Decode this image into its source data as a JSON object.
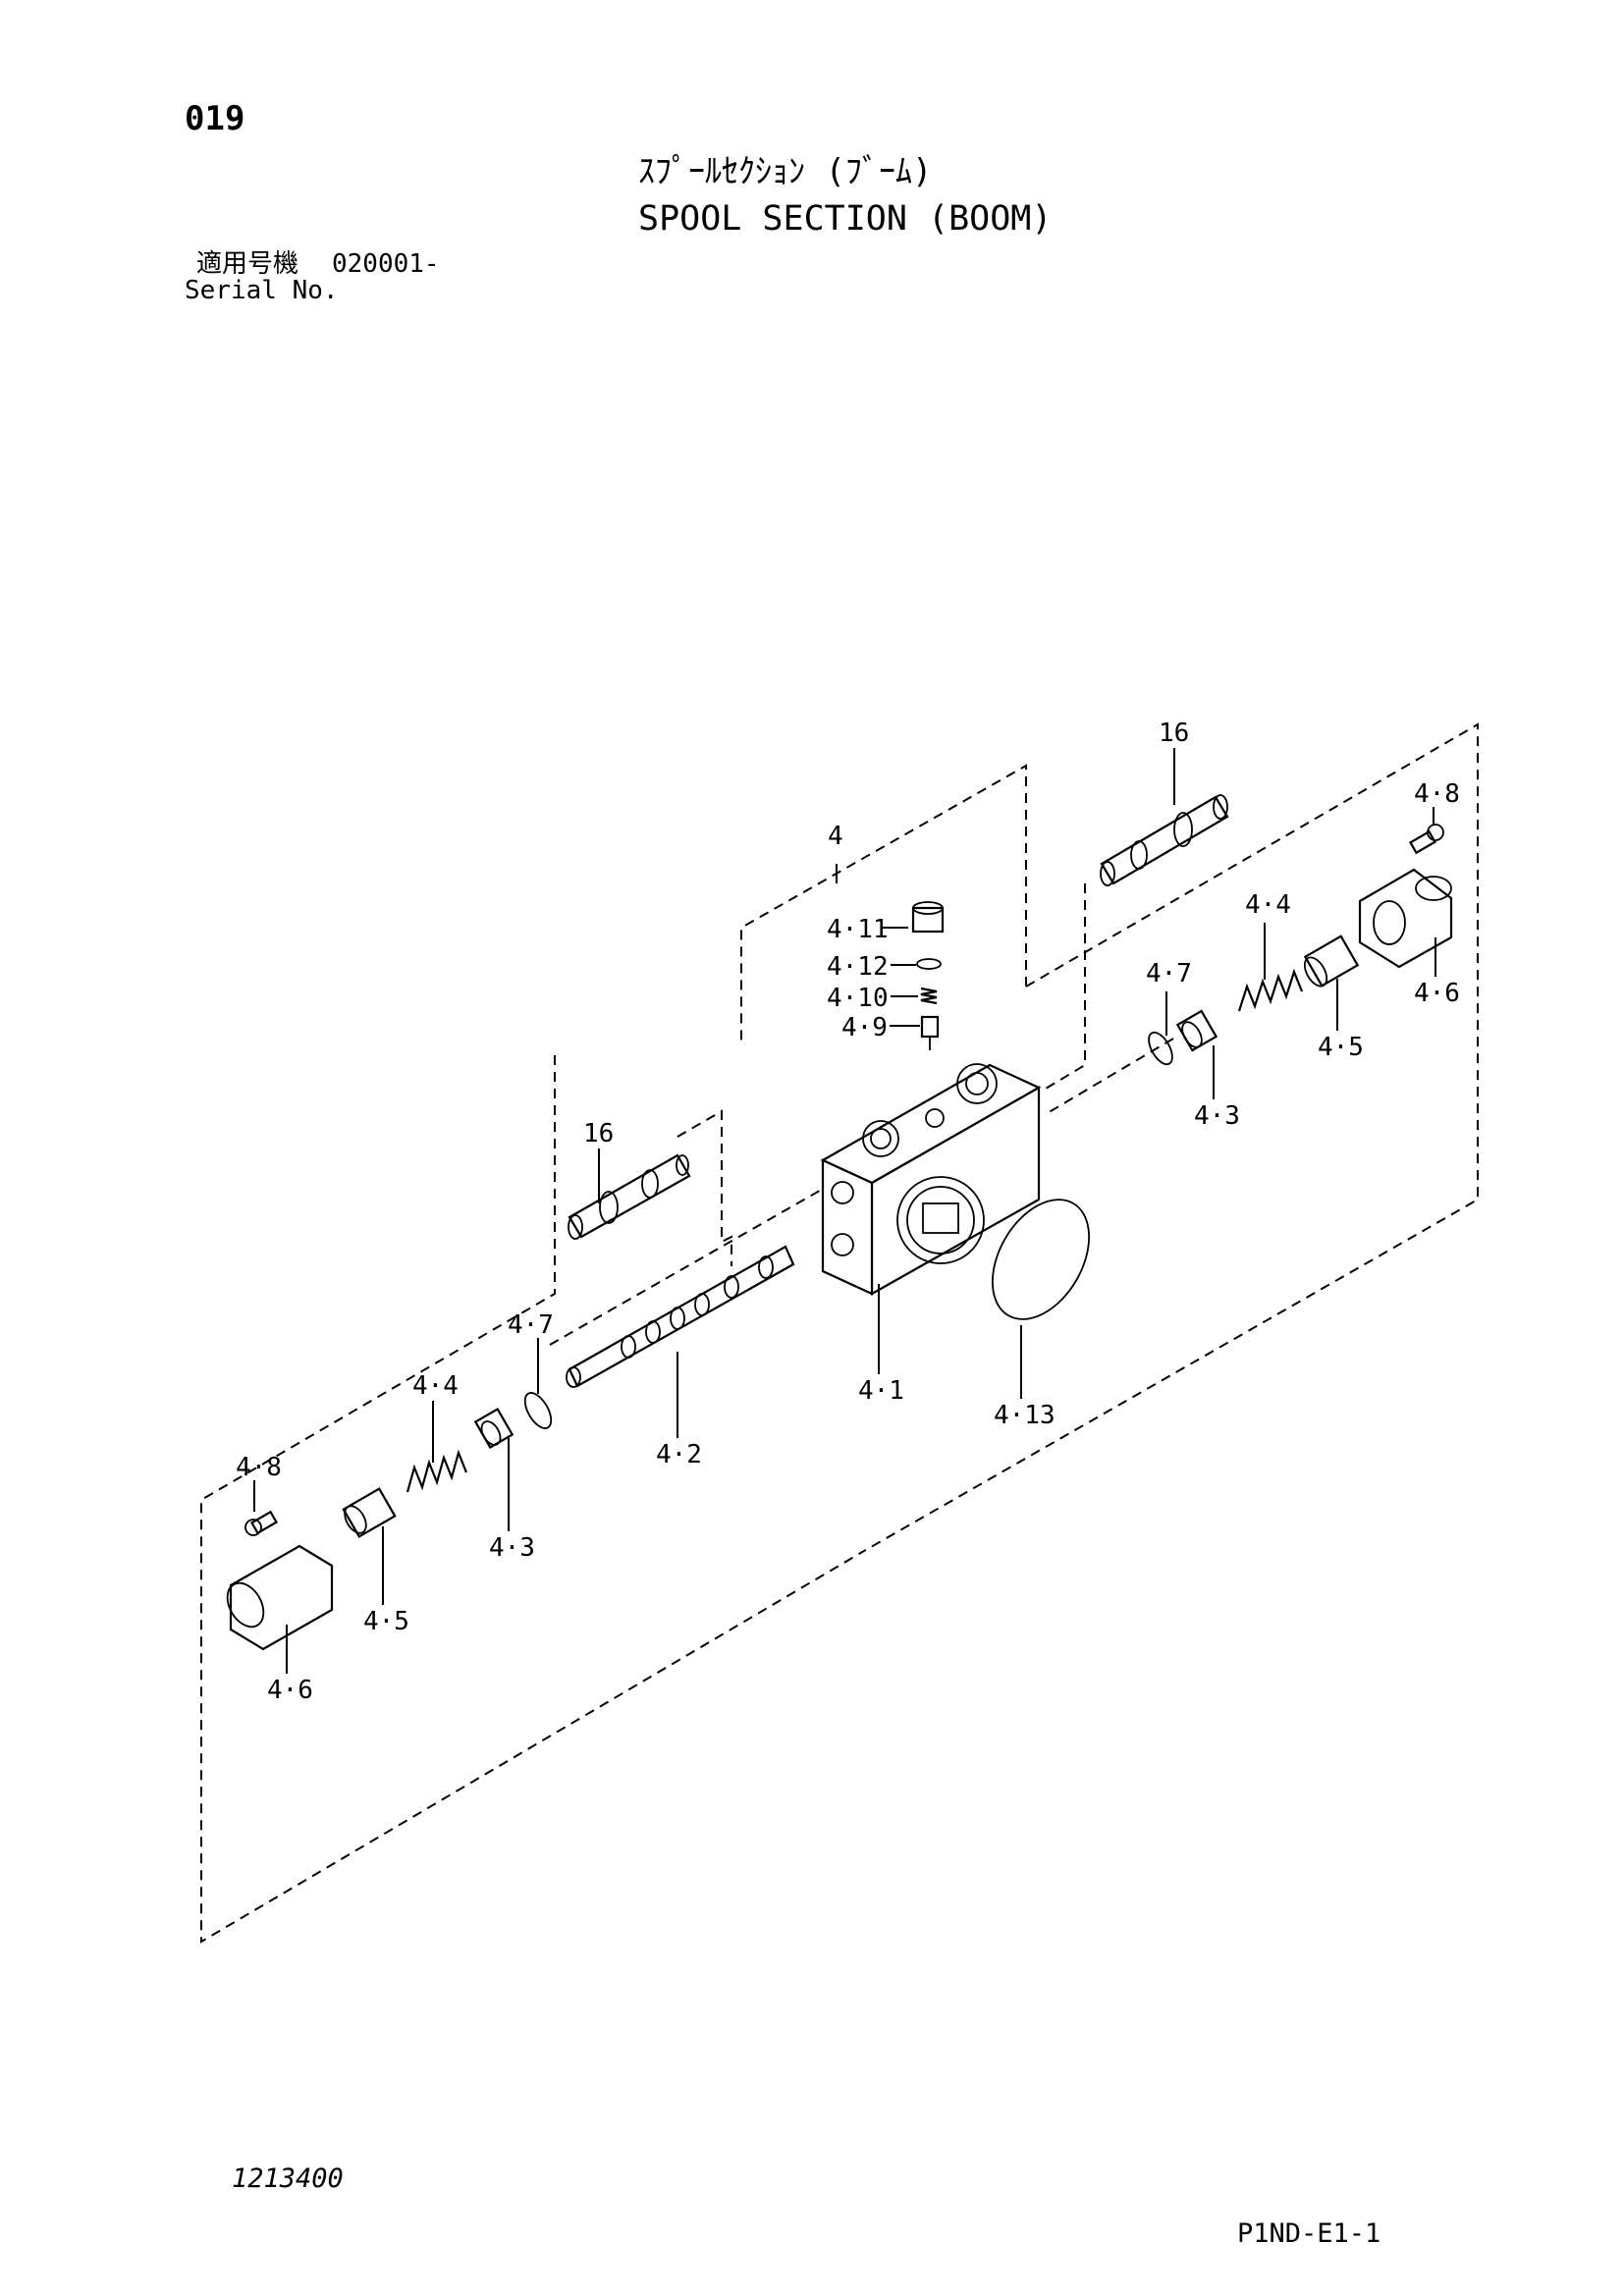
{
  "header": {
    "page_number": "019",
    "title_jp": "ｽﾌﾟｰﾙｾｸｼｮﾝ (ﾌﾞｰﾑ)",
    "title_en": "SPOOL SECTION (BOOM)",
    "serial_label_jp": "適用号機",
    "serial_value": "020001-",
    "serial_label_en": "Serial No."
  },
  "footer": {
    "drawing_number": "1213400",
    "page_code": "P1ND-E1-1"
  },
  "callouts": {
    "c16_top": "16",
    "c4": "4",
    "c4_8_right": "4·8",
    "c4_11": "4·11",
    "c4_12": "4·12",
    "c4_10": "4·10",
    "c4_9": "4·9",
    "c4_4_right": "4·4",
    "c4_7_right": "4·7",
    "c4_6_right": "4·6",
    "c4_5_right": "4·5",
    "c4_3_right": "4·3",
    "c16_left": "16",
    "c4_7_left": "4·7",
    "c4_1": "4·1",
    "c4_13": "4·13",
    "c4_4_left": "4·4",
    "c4_2": "4·2",
    "c4_8_left": "4·8",
    "c4_3_left": "4·3",
    "c4_5_left": "4·5",
    "c4_6_left": "4·6"
  }
}
